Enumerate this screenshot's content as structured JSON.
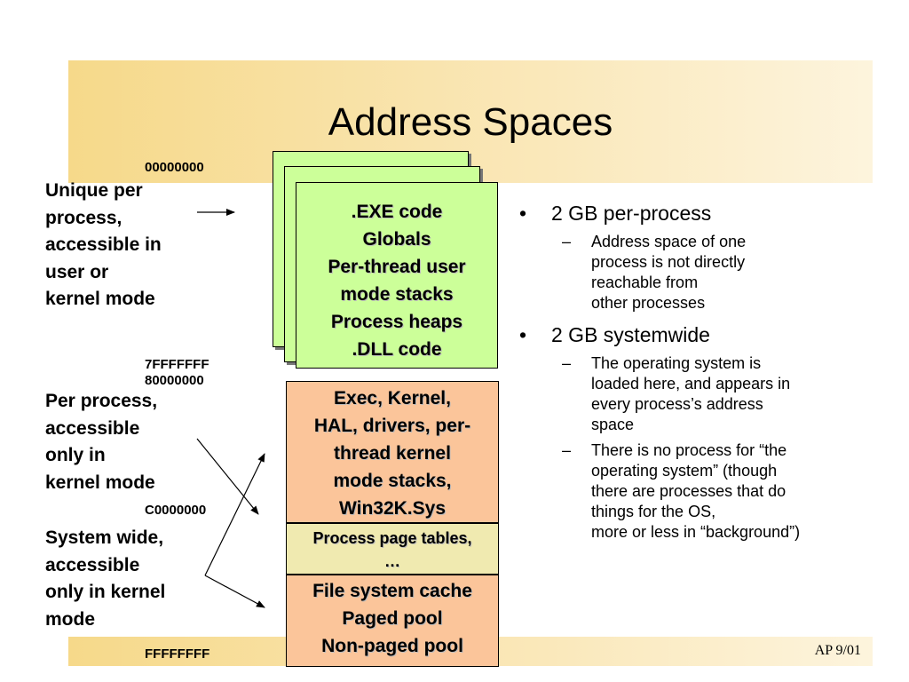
{
  "title": "Address Spaces",
  "footer": "AP 9/01",
  "addresses": {
    "a0": "00000000",
    "a1": "7FFFFFFF",
    "a2": "80000000",
    "a3": "C0000000",
    "a4": "FFFFFFFF"
  },
  "side_labels": {
    "user": "Unique per\nprocess,\naccessible in\nuser or\nkernel mode",
    "kernel": "Per process,\naccessible\nonly in\nkernel mode",
    "system": "System wide,\naccessible\nonly in kernel\nmode"
  },
  "boxes": {
    "user": [
      ".EXE code",
      "Globals",
      "Per-thread user",
      "mode stacks",
      "Process heaps",
      ".DLL code"
    ],
    "exec": [
      "Exec, Kernel,",
      "HAL, drivers, per-",
      "thread kernel",
      "mode stacks,",
      "Win32K.Sys"
    ],
    "page_tables": [
      "Process page tables,",
      "…"
    ],
    "fs": [
      "File system cache",
      "Paged pool",
      "Non-paged pool"
    ]
  },
  "bullets": [
    {
      "text": "2 GB per-process",
      "sub": [
        "Address space of one process is not directly reachable from other processes"
      ]
    },
    {
      "text": "2 GB systemwide",
      "sub": [
        "The operating system is loaded here, and appears in every process’s address space",
        "There is no process for “the operating system” (though there are processes that do things for the OS, more or less in “background”)"
      ]
    }
  ],
  "bullet_lines": {
    "b0_sub0": [
      "Address space of one",
      "process is not directly",
      "reachable from",
      "other processes"
    ],
    "b1_sub0": [
      "The operating system is",
      "loaded here, and appears in",
      "every process’s address",
      "space"
    ],
    "b1_sub1": [
      "There is no process for “the",
      "operating system” (though",
      "there are processes that do",
      "things for the OS,",
      "more or less in “background”)"
    ]
  },
  "markers": {
    "bullet": "•",
    "dash": "–"
  }
}
